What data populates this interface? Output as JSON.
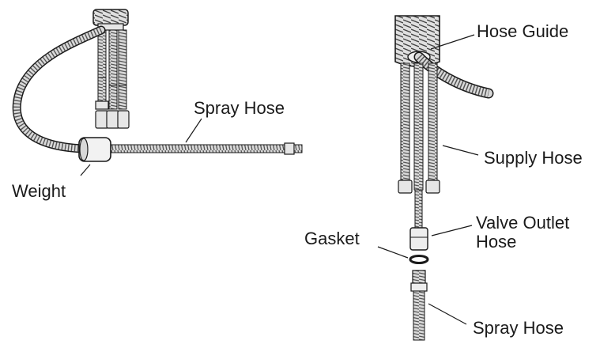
{
  "labels": {
    "spray_hose_left": "Spray Hose",
    "weight": "Weight",
    "hose_guide": "Hose Guide",
    "supply_hose": "Supply Hose",
    "valve_outlet_line1": "Valve Outlet",
    "valve_outlet_line2": "Hose",
    "gasket": "Gasket",
    "spray_hose_right": "Spray Hose"
  },
  "colors": {
    "line": "#1a1a1a",
    "coil_light": "#cfcfcf",
    "coil_dark": "#6a6a6a",
    "metal": "#e6e6e6",
    "background": "#ffffff"
  }
}
